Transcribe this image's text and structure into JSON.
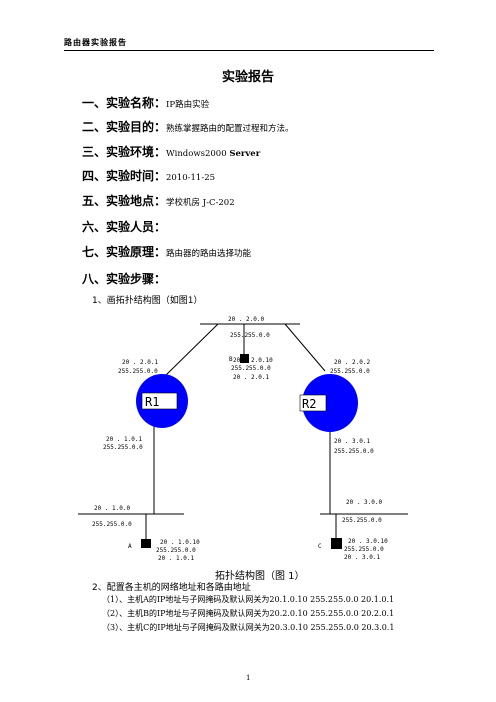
{
  "header": {
    "running_title": "路由器实验报告"
  },
  "title": "实验报告",
  "sections": [
    {
      "heading": "一、实验名称：",
      "value": "IP路由实验"
    },
    {
      "heading": "二、实验目的：",
      "value": "熟练掌握路由的配置过程和方法。"
    },
    {
      "heading": "三、实验环境：",
      "value": "Windows2000 ",
      "value_bold": "Server"
    },
    {
      "heading": "四、实验时间：",
      "value": "2010-11-25"
    },
    {
      "heading": "五、实验地点：",
      "value": "学校机房 J-C-202"
    },
    {
      "heading": "六、实验人员：",
      "value": ""
    },
    {
      "heading": "七、实验原理：",
      "value": "路由器的路由选择功能"
    },
    {
      "heading": "八、实验步骤：",
      "value": ""
    }
  ],
  "steps": {
    "step1": "1、画拓扑结构图（如图1）",
    "step2": "2、配置各主机的网络地址和各路由地址",
    "lines": [
      "（1）、主机A的IP地址与子网掩码及默认网关为20.1.0.10  255.255.0.0  20.1.0.1",
      "（2）、主机B的IP地址与子网掩码及默认网关为20.2.0.10  255.255.0.0  20.2.0.1",
      "（3）、主机C的IP地址与子网掩码及默认网关为20.3.0.10  255.255.0.0  20.3.0.1"
    ]
  },
  "diagram": {
    "top_net": {
      "ip": "20 .  2.0.0",
      "mask": "255.255.0.0"
    },
    "r1_top": {
      "ip": "20 .  2.0.1",
      "mask": "255.255.0.0"
    },
    "r2_top": {
      "ip": "20 .  2.0.2",
      "mask": "255.255.0.0"
    },
    "host_b": {
      "label": "B",
      "ip": "20 .  2.0.10",
      "mask": "255.255.0.0",
      "gw": "20 .  2.0.1"
    },
    "r1": {
      "label": "R1"
    },
    "r2": {
      "label": "R2"
    },
    "r1_bottom": {
      "ip": "20 .  1.0.1",
      "mask": "255.255.0.0"
    },
    "r2_bottom": {
      "ip": "20 .  3.0.1",
      "mask": "255.255.0.0"
    },
    "left_net": {
      "ip": "20 .  1.0.0",
      "mask": "255.255.0.0"
    },
    "right_net": {
      "ip": "20 .  3.0.0",
      "mask": "255.255.0.0"
    },
    "host_a": {
      "label": "A",
      "ip": "20 .  1.0.10",
      "mask": "255.255.0.0",
      "gw": "20 .  1.0.1"
    },
    "host_c": {
      "label": "C",
      "ip": "20 .  3.0.10",
      "mask": "255.255.0.0",
      "gw": "20 .  3.0.1"
    },
    "router_color": "#0000ff"
  },
  "caption": "拓扑结构图（图 1）",
  "page_number": "1"
}
